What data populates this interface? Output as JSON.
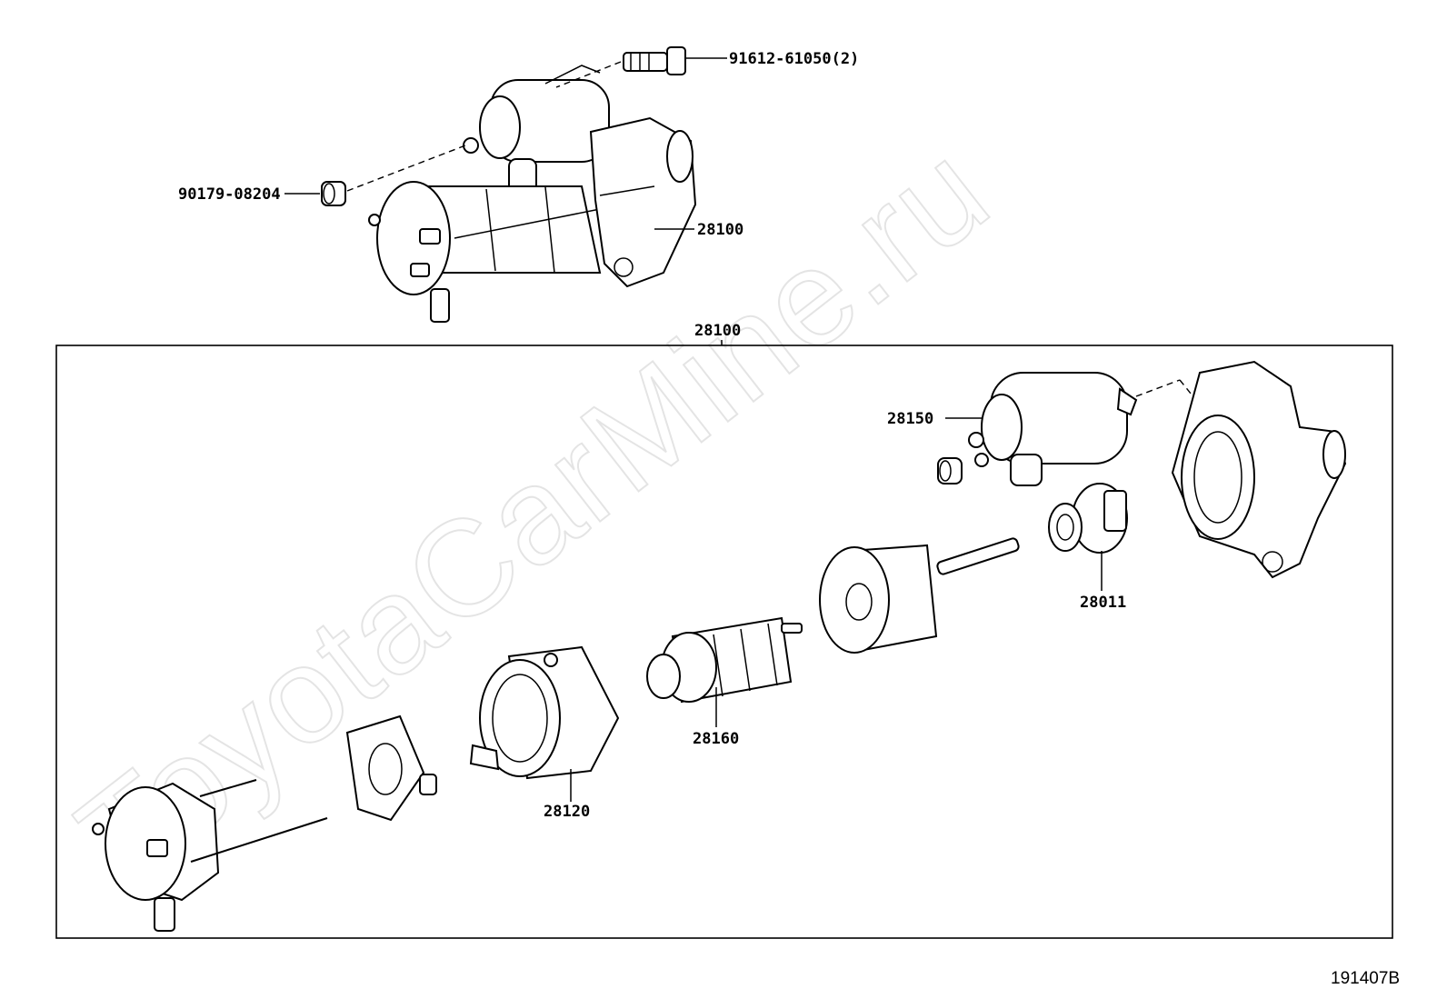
{
  "watermark": "ToyotaCarMine.ru",
  "reference_code": "191407B",
  "callouts": {
    "bolt": "91612-61050(2)",
    "nut": "90179-08204",
    "starter_assembly": "28100",
    "group_label": "28100",
    "solenoid": "28150",
    "clutch": "28011",
    "armature": "28160",
    "yoke": "28120"
  }
}
